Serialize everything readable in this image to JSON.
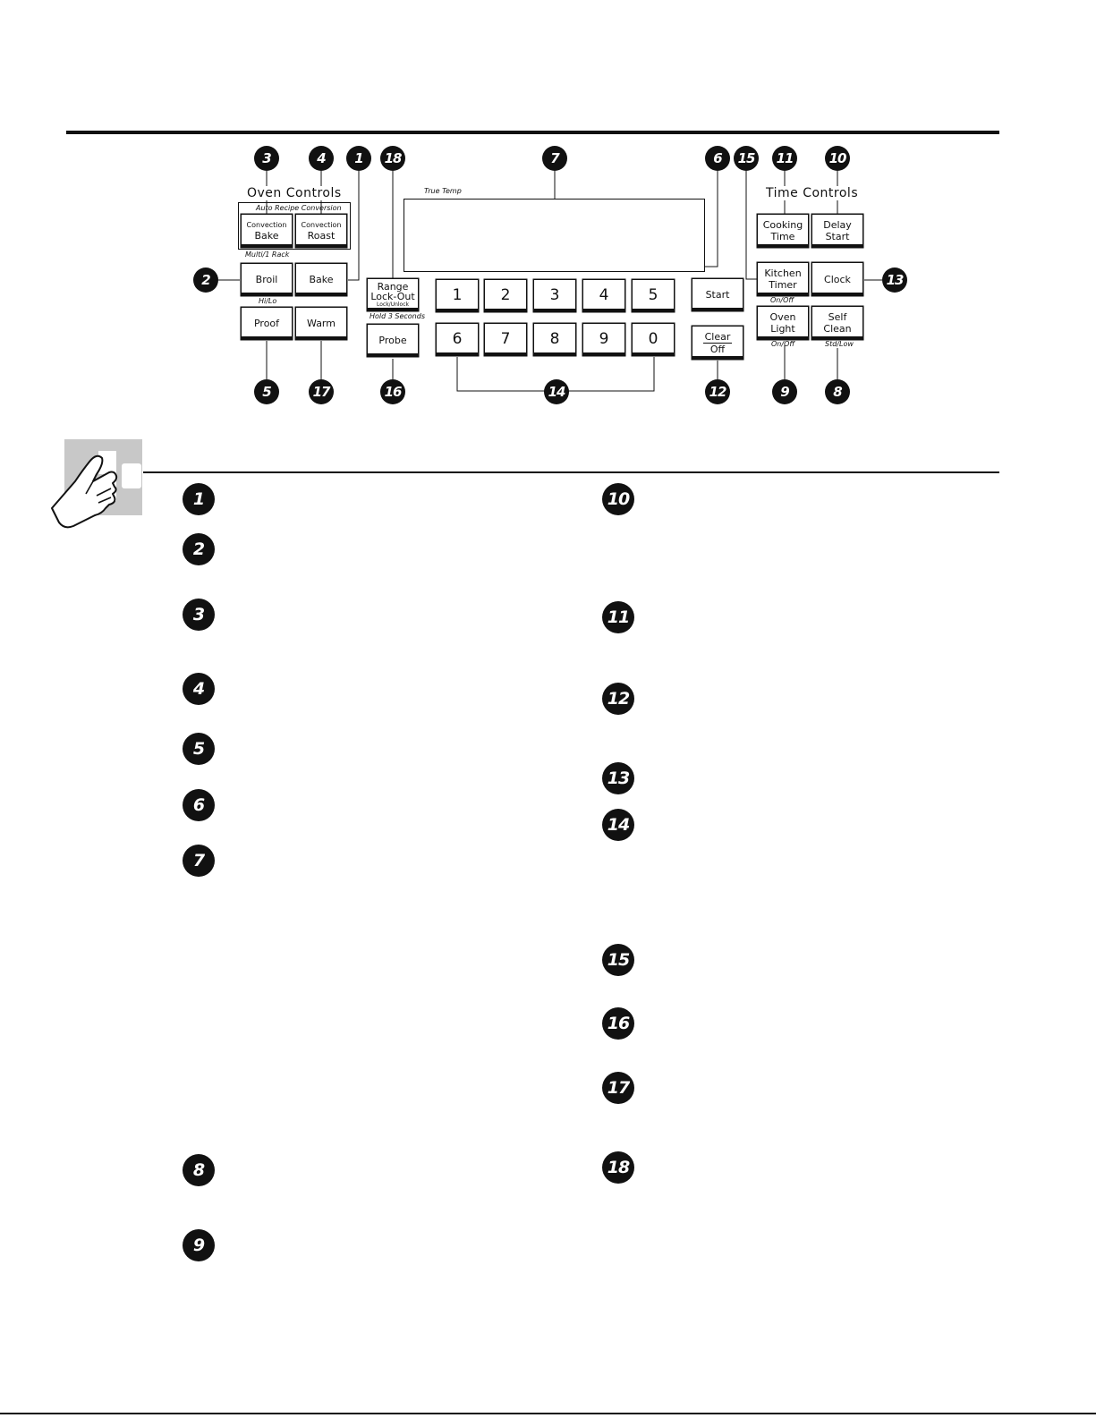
{
  "panel": {
    "oven_controls_title": "Oven Controls",
    "time_controls_title": "Time Controls",
    "auto_recipe_label": "Auto Recipe Conversion",
    "multi_rack_label": "Multi/1 Rack",
    "hilo_label": "Hi/Lo",
    "display_label": "True Temp",
    "hold_label": "Hold 3 Seconds",
    "onoff_timer_label": "On/Off",
    "onoff_light_label": "On/Off",
    "std_low_label": "Std/Low",
    "keys": {
      "convection_bake": [
        "Convection",
        "Bake"
      ],
      "convection_roast": [
        "Convection",
        "Roast"
      ],
      "broil": "Broil",
      "bake": "Bake",
      "proof": "Proof",
      "warm": "Warm",
      "range_lockout": [
        "Range",
        "Lock-Out",
        "Lock/Unlock"
      ],
      "probe": "Probe",
      "start": "Start",
      "clear_off": [
        "Clear",
        "Off"
      ],
      "cooking_time": [
        "Cooking",
        "Time"
      ],
      "delay_start": [
        "Delay",
        "Start"
      ],
      "kitchen_timer": [
        "Kitchen",
        "Timer"
      ],
      "clock": "Clock",
      "oven_light": [
        "Oven",
        "Light"
      ],
      "self_clean": [
        "Self",
        "Clean"
      ],
      "numbers": [
        "1",
        "2",
        "3",
        "4",
        "5",
        "6",
        "7",
        "8",
        "9",
        "0"
      ]
    },
    "callouts": {
      "c3": "3",
      "c4": "4",
      "c1": "1",
      "c18": "18",
      "c7": "7",
      "c6": "6",
      "c15": "15",
      "c11": "11",
      "c10": "10",
      "c2": "2",
      "c13": "13",
      "c5": "5",
      "c17": "17",
      "c16": "16",
      "c14": "14",
      "c12": "12",
      "c9": "9",
      "c8": "8"
    }
  },
  "list": {
    "left": [
      "1",
      "2",
      "3",
      "4",
      "5",
      "6",
      "7",
      "8",
      "9"
    ],
    "right": [
      "10",
      "11",
      "12",
      "13",
      "14",
      "15",
      "16",
      "17",
      "18"
    ]
  }
}
